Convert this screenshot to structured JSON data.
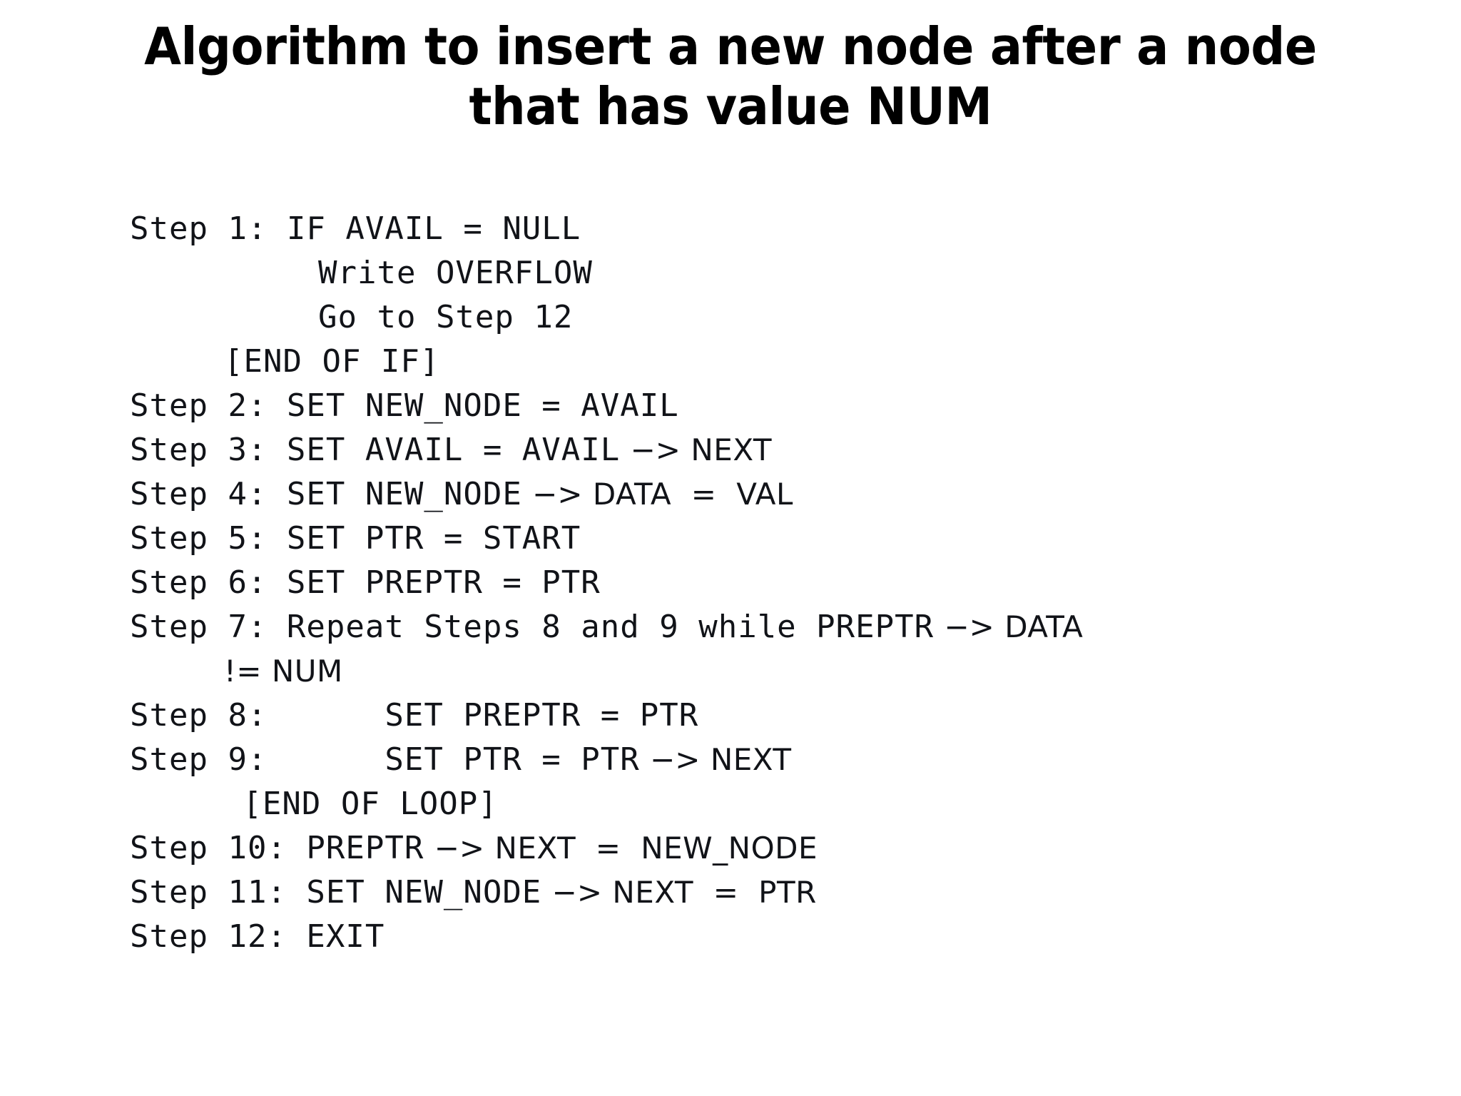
{
  "slide": {
    "background_color": "#ffffff",
    "text_color": "#111318",
    "title": {
      "line1": "Algorithm to insert a new node after a node",
      "line2": "that has value NUM"
    },
    "algorithm": {
      "arrow_symbol": "−>",
      "lines": [
        {
          "id": "step-1",
          "indent": 0,
          "text": "Step 1: IF AVAIL = NULL"
        },
        {
          "id": "step-1-overflow",
          "indent": 10,
          "text": "Write OVERFLOW"
        },
        {
          "id": "step-1-goto",
          "indent": 10,
          "text": "Go to Step 12"
        },
        {
          "id": "end-of-if",
          "indent": 5,
          "text": "[END OF IF]"
        },
        {
          "id": "step-2",
          "indent": 0,
          "text": "Step 2: SET NEW_NODE = AVAIL"
        },
        {
          "id": "step-3",
          "indent": 0,
          "pre": "Step 3: SET AVAIL = AVAIL",
          "arrow": true,
          "post": "NEXT"
        },
        {
          "id": "step-4",
          "indent": 0,
          "pre": "Step 4: SET NEW_NODE",
          "arrow": true,
          "post": "DATA  =  VAL"
        },
        {
          "id": "step-5",
          "indent": 0,
          "text": "Step 5: SET PTR = START"
        },
        {
          "id": "step-6",
          "indent": 0,
          "text": "Step 6: SET PREPTR = PTR"
        },
        {
          "id": "step-7",
          "indent": 0,
          "pre": "Step 7: Repeat Steps 8 and 9 while PREPTR",
          "arrow": true,
          "post": "DATA"
        },
        {
          "id": "step-7-cont",
          "indent": 5,
          "text": "!= NUM",
          "proportional": true
        },
        {
          "id": "step-8",
          "indent": 0,
          "text": "Step 8:      SET PREPTR = PTR"
        },
        {
          "id": "step-9",
          "indent": 0,
          "pre": "Step 9:      SET PTR = PTR",
          "arrow": true,
          "post": "NEXT"
        },
        {
          "id": "end-of-loop",
          "indent": 6,
          "text": "[END OF LOOP]"
        },
        {
          "id": "step-10",
          "indent": 0,
          "pre": "Step 10: PREPTR",
          "arrow": true,
          "post": "NEXT  =  NEW_NODE"
        },
        {
          "id": "step-11",
          "indent": 0,
          "pre": "Step 11: SET NEW_NODE",
          "arrow": true,
          "post": "NEXT  =  PTR"
        },
        {
          "id": "step-12",
          "indent": 0,
          "text": "Step 12: EXIT"
        }
      ]
    }
  }
}
